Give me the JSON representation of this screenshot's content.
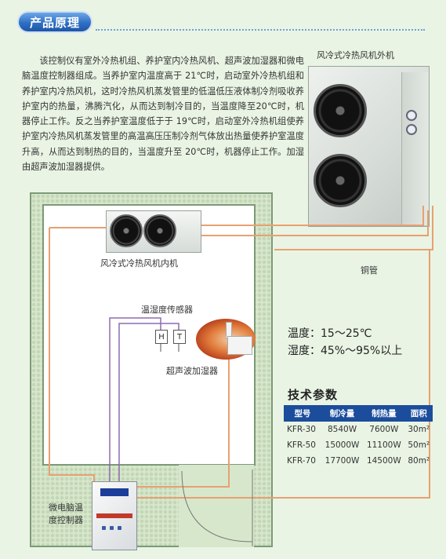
{
  "header": {
    "title": "产品原理"
  },
  "intro": {
    "text": "该控制仪有室外冷热机组、养护室内冷热风机、超声波加湿器和微电脑温度控制器组成。当养护室内温度高于 21℃时，启动室外冷热机组和养护室内冷热风机，这时冷热风机蒸发管里的低温低压液体制冷剂吸收养护室内的热量，沸腾汽化，从而达到制冷目的，当温度降至20℃时，机器停止工作。反之当养护室温度低于于 19℃时，启动室外冷热机组使养护室内冷热风机蒸发管里的高温高压压制冷剂气体放出热量使养护室温度升高，从而达到制热的目的，当温度升至 20℃时，机器停止工作。加湿由超声波加湿器提供。"
  },
  "diagram": {
    "outdoor_unit_label": "风冷式冷热风机外机",
    "indoor_unit_label": "风冷式冷热风机内机",
    "copper_pipe_label": "铜管",
    "sensor_label": "温湿度传感器",
    "sensor_h": "H",
    "sensor_t": "T",
    "humidifier_label": "超声波加湿器",
    "controller_label_line1": "微电脑温",
    "controller_label_line2": "度控制器"
  },
  "specs": {
    "temperature": "温度：15～25℃",
    "humidity": "湿度：45%～95%以上"
  },
  "tech_params": {
    "title": "技术参数",
    "headers": [
      "型号",
      "制冷量",
      "制热量",
      "面积"
    ],
    "rows": [
      [
        "KFR-30",
        "8540W",
        "7600W",
        "30m²"
      ],
      [
        "KFR-50",
        "15000W",
        "11100W",
        "50m²"
      ],
      [
        "KFR-70",
        "17700W",
        "14500W",
        "80m²"
      ]
    ]
  },
  "colors": {
    "header": "#2f6fc4",
    "pipe": "#e8a070",
    "wire": "#8e6bb0",
    "table_header": "#1b4d9c"
  }
}
